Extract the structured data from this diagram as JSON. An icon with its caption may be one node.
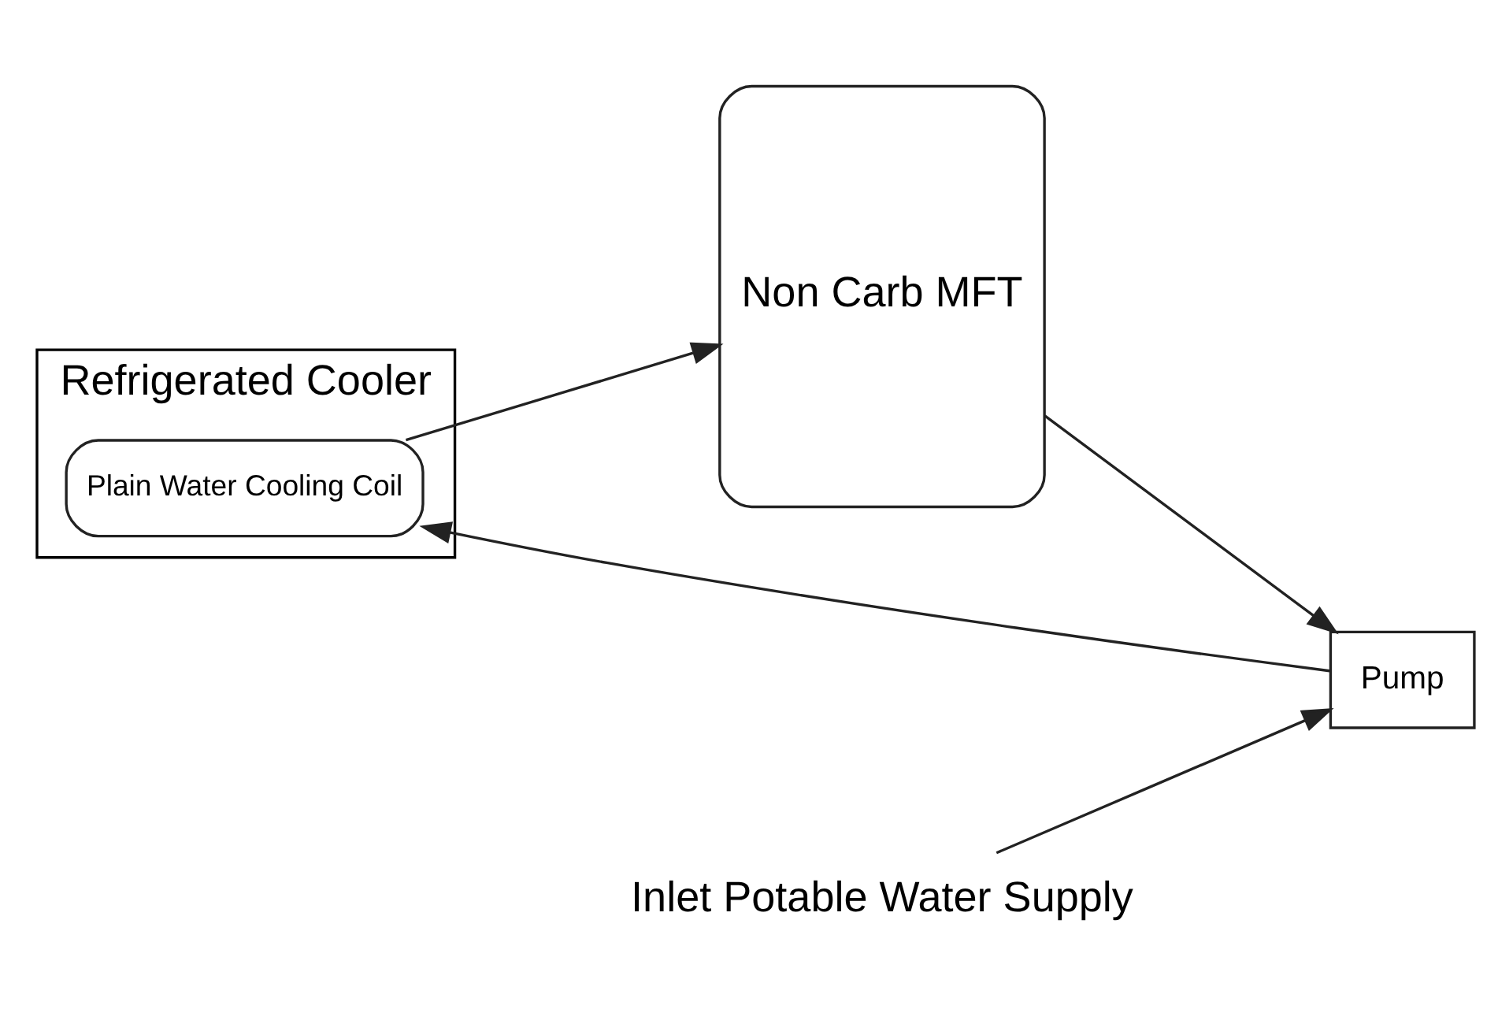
{
  "diagram": {
    "nodes": [
      {
        "text": [
          "Refrigerated Cooler"
        ]
      },
      {
        "text": [
          "Plain Water Cooling Coil"
        ],
        "in": 0
      },
      {
        "text": [
          "Inlet Potable Water Supply"
        ]
      },
      {
        "text": [
          "Pump"
        ]
      },
      {
        "text": [
          "Non Carb MFT"
        ]
      }
    ],
    "edges": [
      {
        "from": 2,
        "to": 3,
        "arrow": "to"
      },
      {
        "from": 3,
        "to": 1,
        "arrow": "to"
      },
      {
        "from": 1,
        "to": 4,
        "arrow": "to"
      },
      {
        "from": 4,
        "to": 3,
        "arrow": "to"
      }
    ]
  }
}
